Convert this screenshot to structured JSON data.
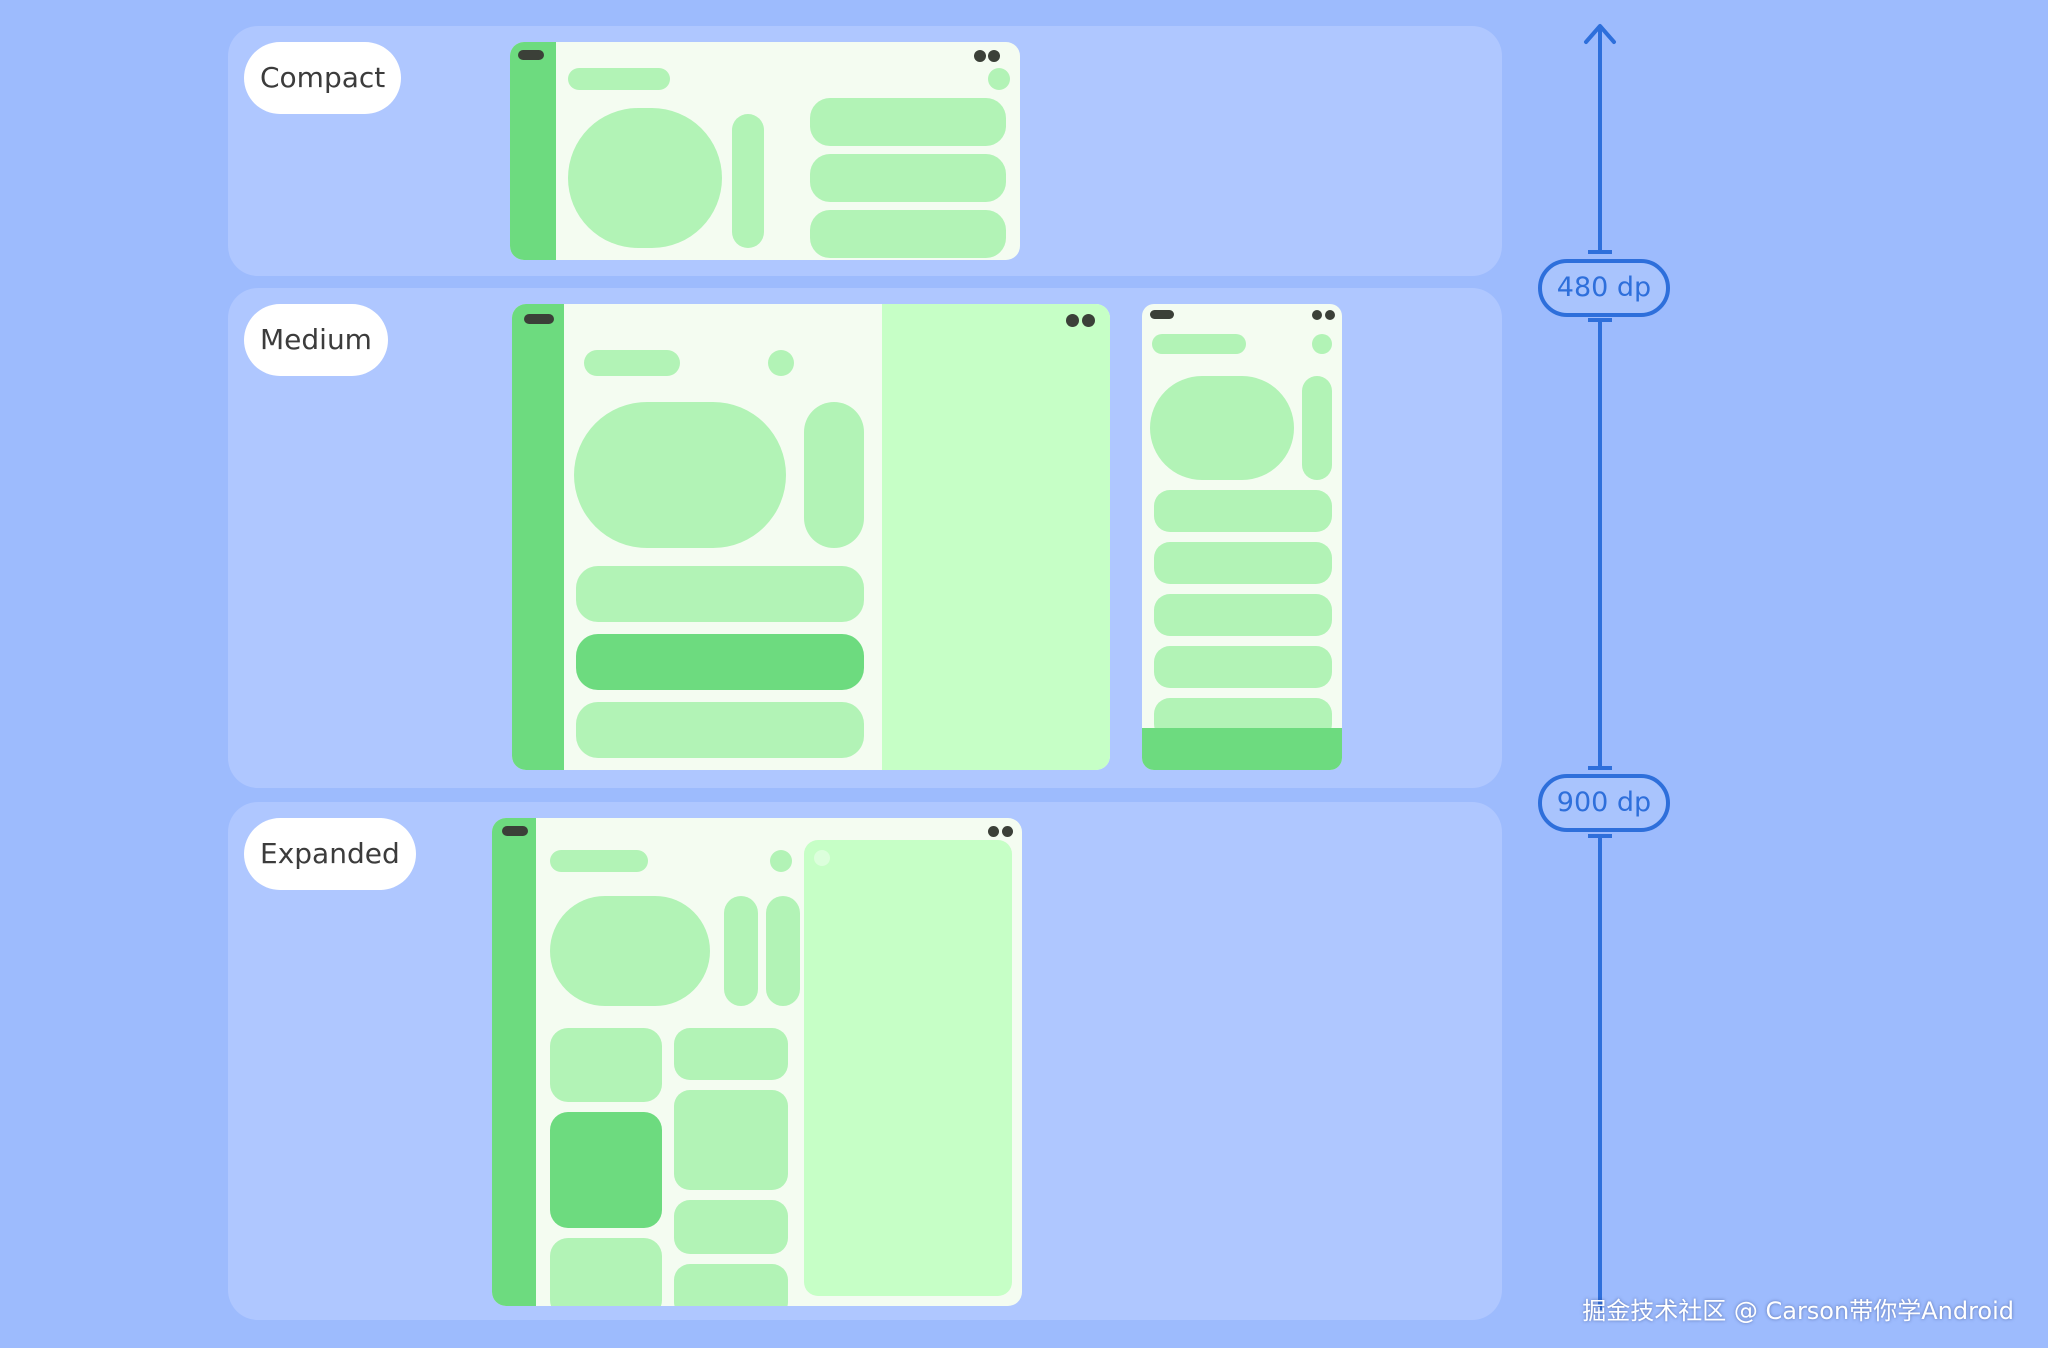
{
  "rows": [
    {
      "label": "Compact"
    },
    {
      "label": "Medium"
    },
    {
      "label": "Expanded"
    }
  ],
  "axis": {
    "breakpoints": [
      {
        "value": 480,
        "label": "480 dp"
      },
      {
        "value": 900,
        "label": "900 dp"
      }
    ]
  },
  "watermark": "掘金技术社区 @ Carson带你学Android",
  "colors": {
    "background": "#9dbbfd",
    "band": "#afc7ff",
    "green_dark": "#6ddb7f",
    "green_mid": "#b2f3b6",
    "green_light": "#c6ffc6",
    "axis": "#2e6fdb"
  }
}
